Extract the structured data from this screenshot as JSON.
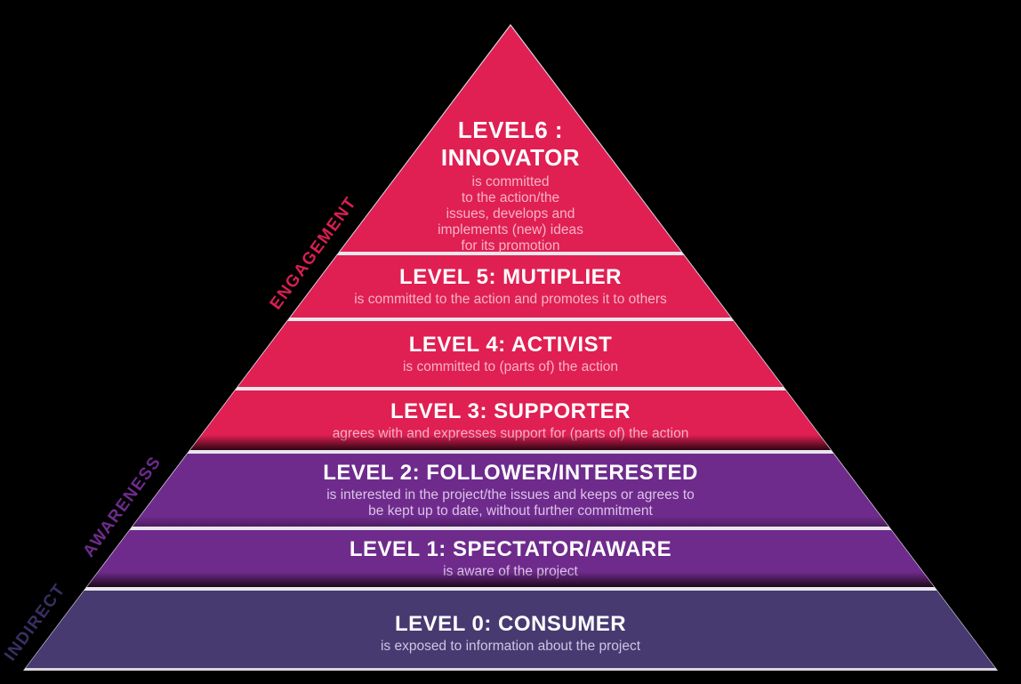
{
  "diagram": {
    "type": "pyramid",
    "colors": {
      "background": "#000000",
      "divider": "#E9E6EC",
      "outline": "#D8D5DC",
      "heading_text": "#FFFFFF"
    },
    "levels": [
      {
        "name": "level-6",
        "title_lines": [
          "LEVEL6 :",
          "INNOVATOR"
        ],
        "desc_lines": [
          "is committed",
          "to the action/the",
          "issues, develops and",
          "implements (new) ideas",
          "for its promotion"
        ],
        "band_color": "#E01F52",
        "desc_color": "#F6B3C8"
      },
      {
        "name": "level-5",
        "title_lines": [
          "LEVEL 5: MUTIPLIER"
        ],
        "desc_lines": [
          "is committed to the action and promotes it to others"
        ],
        "band_color": "#E01F52",
        "desc_color": "#F6B3C8"
      },
      {
        "name": "level-4",
        "title_lines": [
          "LEVEL 4: ACTIVIST"
        ],
        "desc_lines": [
          "is committed to (parts of) the action"
        ],
        "band_color": "#E01F52",
        "desc_color": "#F6B3C8"
      },
      {
        "name": "level-3",
        "title_lines": [
          "LEVEL 3: SUPPORTER"
        ],
        "desc_lines": [
          "agrees with and expresses support for (parts of) the action"
        ],
        "band_color": "#E01F52",
        "desc_color": "#F6B3C8"
      },
      {
        "name": "level-2",
        "title_lines": [
          "LEVEL 2: FOLLOWER/INTERESTED"
        ],
        "desc_lines": [
          "is interested in the project/the issues and keeps or agrees to",
          "be kept up to date, without further commitment"
        ],
        "band_color": "#6E2B8C",
        "desc_color": "#DCC3E8"
      },
      {
        "name": "level-1",
        "title_lines": [
          "LEVEL 1: SPECTATOR/AWARE"
        ],
        "desc_lines": [
          "is aware of the project"
        ],
        "band_color": "#6E2B8C",
        "desc_color": "#DCC3E8"
      },
      {
        "name": "level-0",
        "title_lines": [
          "LEVEL 0: CONSUMER"
        ],
        "desc_lines": [
          "is exposed to information about the project"
        ],
        "band_color": "#463A71",
        "desc_color": "#CCC6E2"
      }
    ],
    "side_labels": [
      {
        "label": "ENGAGEMENT",
        "color": "#D91F52"
      },
      {
        "label": "AWARENESS",
        "color": "#6E2B8C"
      },
      {
        "label": "INDIRECT",
        "color": "#3A2F63"
      }
    ]
  }
}
